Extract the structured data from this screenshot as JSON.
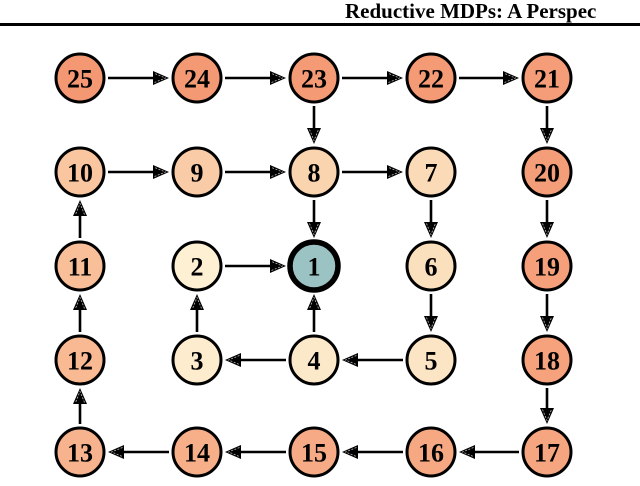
{
  "header": {
    "title": "Reductive MDPs: A Perspec"
  },
  "diagram": {
    "type": "graph",
    "description": "5x5 spiral gridworld of numbered states with arrows pointing toward the goal state 1",
    "grid": {
      "cols_x": [
        80,
        197,
        314,
        431,
        547
      ],
      "rows_y": [
        78,
        172,
        266,
        360,
        452
      ],
      "node_radius": 24
    },
    "node_style": {
      "stroke": "#000000",
      "stroke_width": 3,
      "highlight_stroke_width": 5.5,
      "font_size": 26,
      "label_color": "#000000",
      "highlight_fill": "#9CC3C3"
    },
    "arrow": {
      "stroke": "#000000",
      "line_width": 2.6,
      "head_length": 16,
      "head_width": 14,
      "gap": 4
    },
    "nodes": [
      {
        "id": 1,
        "label": "1",
        "row": 2,
        "col": 2,
        "fill": "#9CC3C3",
        "highlighted": true
      },
      {
        "id": 2,
        "label": "2",
        "row": 2,
        "col": 1,
        "fill": "#FDF0D3",
        "highlighted": false
      },
      {
        "id": 3,
        "label": "3",
        "row": 3,
        "col": 1,
        "fill": "#FDEDCE",
        "highlighted": false
      },
      {
        "id": 4,
        "label": "4",
        "row": 3,
        "col": 2,
        "fill": "#FCE9C9",
        "highlighted": false
      },
      {
        "id": 5,
        "label": "5",
        "row": 3,
        "col": 3,
        "fill": "#FCE5C4",
        "highlighted": false
      },
      {
        "id": 6,
        "label": "6",
        "row": 2,
        "col": 3,
        "fill": "#FBE0BE",
        "highlighted": false
      },
      {
        "id": 7,
        "label": "7",
        "row": 1,
        "col": 3,
        "fill": "#FBDAB7",
        "highlighted": false
      },
      {
        "id": 8,
        "label": "8",
        "row": 1,
        "col": 2,
        "fill": "#FAD3AF",
        "highlighted": false
      },
      {
        "id": 9,
        "label": "9",
        "row": 1,
        "col": 1,
        "fill": "#F9CCA7",
        "highlighted": false
      },
      {
        "id": 10,
        "label": "10",
        "row": 1,
        "col": 0,
        "fill": "#F9C6A0",
        "highlighted": false
      },
      {
        "id": 11,
        "label": "11",
        "row": 2,
        "col": 0,
        "fill": "#F8BF99",
        "highlighted": false
      },
      {
        "id": 12,
        "label": "12",
        "row": 3,
        "col": 0,
        "fill": "#F8B993",
        "highlighted": false
      },
      {
        "id": 13,
        "label": "13",
        "row": 4,
        "col": 0,
        "fill": "#F7B38D",
        "highlighted": false
      },
      {
        "id": 14,
        "label": "14",
        "row": 4,
        "col": 1,
        "fill": "#F7AF89",
        "highlighted": false
      },
      {
        "id": 15,
        "label": "15",
        "row": 4,
        "col": 2,
        "fill": "#F6AB86",
        "highlighted": false
      },
      {
        "id": 16,
        "label": "16",
        "row": 4,
        "col": 3,
        "fill": "#F6A882",
        "highlighted": false
      },
      {
        "id": 17,
        "label": "17",
        "row": 4,
        "col": 4,
        "fill": "#F5A57F",
        "highlighted": false
      },
      {
        "id": 18,
        "label": "18",
        "row": 3,
        "col": 4,
        "fill": "#F5A27D",
        "highlighted": false
      },
      {
        "id": 19,
        "label": "19",
        "row": 2,
        "col": 4,
        "fill": "#F5A07B",
        "highlighted": false
      },
      {
        "id": 20,
        "label": "20",
        "row": 1,
        "col": 4,
        "fill": "#F49E79",
        "highlighted": false
      },
      {
        "id": 21,
        "label": "21",
        "row": 0,
        "col": 4,
        "fill": "#F49D78",
        "highlighted": false
      },
      {
        "id": 22,
        "label": "22",
        "row": 0,
        "col": 3,
        "fill": "#F49B76",
        "highlighted": false
      },
      {
        "id": 23,
        "label": "23",
        "row": 0,
        "col": 2,
        "fill": "#F49A75",
        "highlighted": false
      },
      {
        "id": 24,
        "label": "24",
        "row": 0,
        "col": 1,
        "fill": "#F39974",
        "highlighted": false
      },
      {
        "id": 25,
        "label": "25",
        "row": 0,
        "col": 0,
        "fill": "#F39873",
        "highlighted": false
      }
    ],
    "edges": [
      [
        25,
        24
      ],
      [
        24,
        23
      ],
      [
        23,
        22
      ],
      [
        22,
        21
      ],
      [
        21,
        20
      ],
      [
        20,
        19
      ],
      [
        19,
        18
      ],
      [
        18,
        17
      ],
      [
        17,
        16
      ],
      [
        16,
        15
      ],
      [
        15,
        14
      ],
      [
        14,
        13
      ],
      [
        13,
        12
      ],
      [
        12,
        11
      ],
      [
        11,
        10
      ],
      [
        10,
        9
      ],
      [
        9,
        8
      ],
      [
        8,
        7
      ],
      [
        7,
        6
      ],
      [
        6,
        5
      ],
      [
        5,
        4
      ],
      [
        4,
        3
      ],
      [
        3,
        2
      ],
      [
        2,
        1
      ],
      [
        23,
        8
      ],
      [
        8,
        1
      ],
      [
        4,
        1
      ]
    ]
  }
}
